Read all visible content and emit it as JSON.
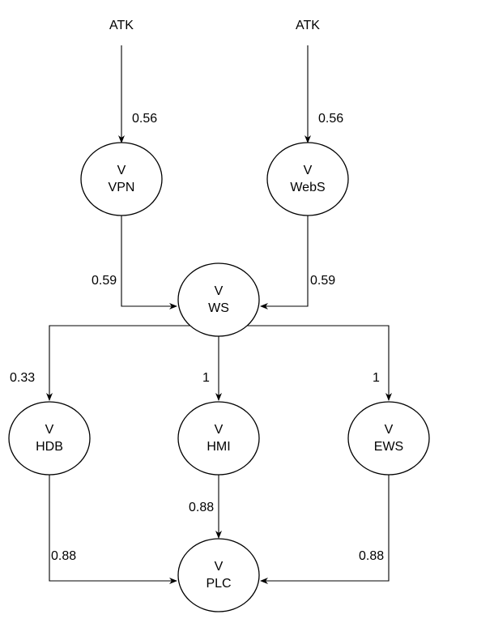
{
  "sources": [
    {
      "id": "atk1",
      "label": "ATK"
    },
    {
      "id": "atk2",
      "label": "ATK"
    }
  ],
  "nodes": [
    {
      "id": "vpn",
      "line1": "V",
      "line2": "VPN"
    },
    {
      "id": "webs",
      "line1": "V",
      "line2": "WebS"
    },
    {
      "id": "ws",
      "line1": "V",
      "line2": "WS"
    },
    {
      "id": "hdb",
      "line1": "V",
      "line2": "HDB"
    },
    {
      "id": "hmi",
      "line1": "V",
      "line2": "HMI"
    },
    {
      "id": "ews",
      "line1": "V",
      "line2": "EWS"
    },
    {
      "id": "plc",
      "line1": "V",
      "line2": "PLC"
    }
  ],
  "edges": [
    {
      "id": "atk1-vpn",
      "from": "ATK",
      "to": "VPN",
      "weight": "0.56"
    },
    {
      "id": "atk2-webs",
      "from": "ATK",
      "to": "WebS",
      "weight": "0.56"
    },
    {
      "id": "vpn-ws",
      "from": "VPN",
      "to": "WS",
      "weight": "0.59"
    },
    {
      "id": "webs-ws",
      "from": "WebS",
      "to": "WS",
      "weight": "0.59"
    },
    {
      "id": "ws-hdb",
      "from": "WS",
      "to": "HDB",
      "weight": "0.33"
    },
    {
      "id": "ws-hmi",
      "from": "WS",
      "to": "HMI",
      "weight": "1"
    },
    {
      "id": "ws-ews",
      "from": "WS",
      "to": "EWS",
      "weight": "1"
    },
    {
      "id": "hdb-plc",
      "from": "HDB",
      "to": "PLC",
      "weight": "0.88"
    },
    {
      "id": "hmi-plc",
      "from": "HMI",
      "to": "PLC",
      "weight": "0.88"
    },
    {
      "id": "ews-plc",
      "from": "EWS",
      "to": "PLC",
      "weight": "0.88"
    }
  ]
}
